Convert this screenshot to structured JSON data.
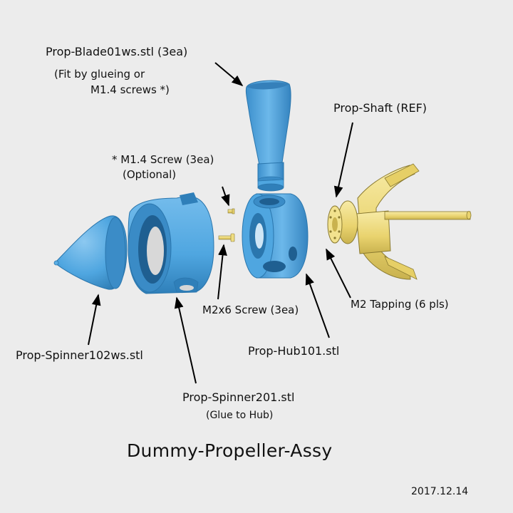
{
  "title": "Dummy-Propeller-Assy",
  "date": "2017.12.14",
  "colors": {
    "background": "#ececec",
    "part_blue": "#4fa6e0",
    "part_blue_dark": "#2f7fb9",
    "ref_yellow": "#f0de82",
    "ref_yellow_dark": "#c9b24f",
    "arrow": "#000000"
  },
  "labels": {
    "blade": "Prop-Blade01ws.stl (3ea)",
    "blade_note1": "(Fit by glueing or",
    "blade_note2": "M1.4 screws *)",
    "screw_m14": "* M1.4 Screw (3ea)",
    "screw_m14_note": "(Optional)",
    "shaft": "Prop-Shaft (REF)",
    "screw_m2": "M2x6 Screw (3ea)",
    "tapping": "M2 Tapping (6 pls)",
    "hub": "Prop-Hub101.stl",
    "spinner102": "Prop-Spinner102ws.stl",
    "spinner201": "Prop-Spinner201.stl",
    "spinner201_note": "(Glue to Hub)"
  },
  "parts": [
    {
      "name": "spinner-cone",
      "color": "part_blue"
    },
    {
      "name": "spinner-ring",
      "color": "part_blue"
    },
    {
      "name": "hub",
      "color": "part_blue"
    },
    {
      "name": "blade",
      "color": "part_blue"
    },
    {
      "name": "m14-screw",
      "color": "ref_yellow"
    },
    {
      "name": "m2-screw",
      "color": "ref_yellow"
    },
    {
      "name": "prop-shaft",
      "color": "ref_yellow"
    }
  ]
}
